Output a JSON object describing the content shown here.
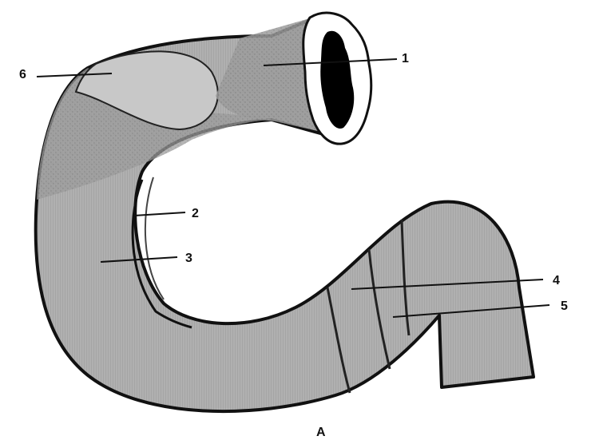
{
  "figure": {
    "caption": "A",
    "labels": [
      {
        "id": "1",
        "text": "1"
      },
      {
        "id": "2",
        "text": "2"
      },
      {
        "id": "3",
        "text": "3"
      },
      {
        "id": "4",
        "text": "4"
      },
      {
        "id": "5",
        "text": "5"
      },
      {
        "id": "6",
        "text": "6"
      }
    ]
  },
  "colors": {
    "tube_fill": "#a9a9a9",
    "tube_dark": "#8e8e8e",
    "tube_light": "#c4c4c4",
    "outline": "#111111",
    "lumen": "#000000"
  }
}
